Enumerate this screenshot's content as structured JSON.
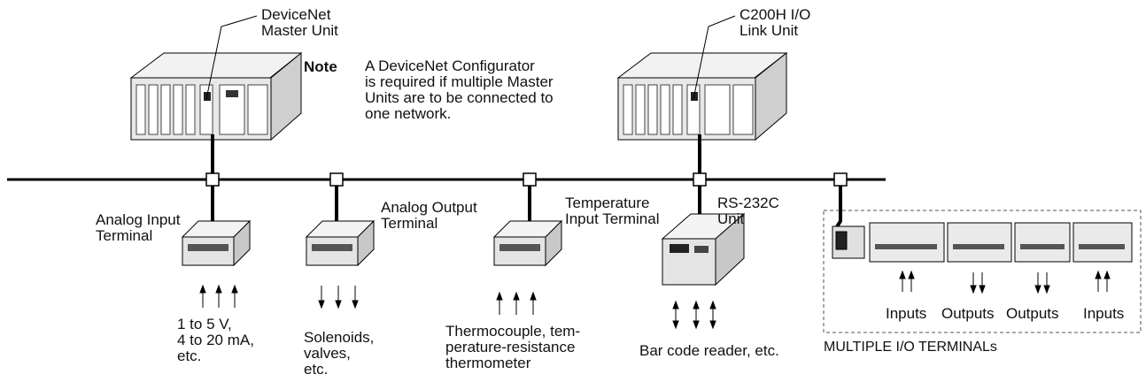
{
  "labels": {
    "master_unit": "DeviceNet\nMaster Unit",
    "c200h_unit": "C200H I/O\nLink Unit",
    "note_head": "Note",
    "note_text": "A DeviceNet Configurator\nis required if multiple Master\nUnits are to be connected to\none network.",
    "analog_input": "Analog Input\nTerminal",
    "analog_output": "Analog Output\nTerminal",
    "temperature_input": "Temperature\nInput Terminal",
    "rs232c": "RS-232C\nUnit",
    "analog_input_signals": "1 to 5 V,\n4 to 20 mA,\netc.",
    "solenoids": "Solenoids,\nvalves,\netc.",
    "thermocouple": "Thermocouple, tem-\nperature-resistance\nthermometer",
    "barcode": "Bar code reader, etc.",
    "multi_io": "MULTIPLE I/O TERMINALs",
    "inputs_1": "Inputs",
    "outputs_1": "Outputs",
    "outputs_2": "Outputs",
    "inputs_2": "Inputs"
  },
  "colors": {
    "line": "#000000",
    "device_body": "#e6e6e6",
    "device_dark": "#333333"
  }
}
